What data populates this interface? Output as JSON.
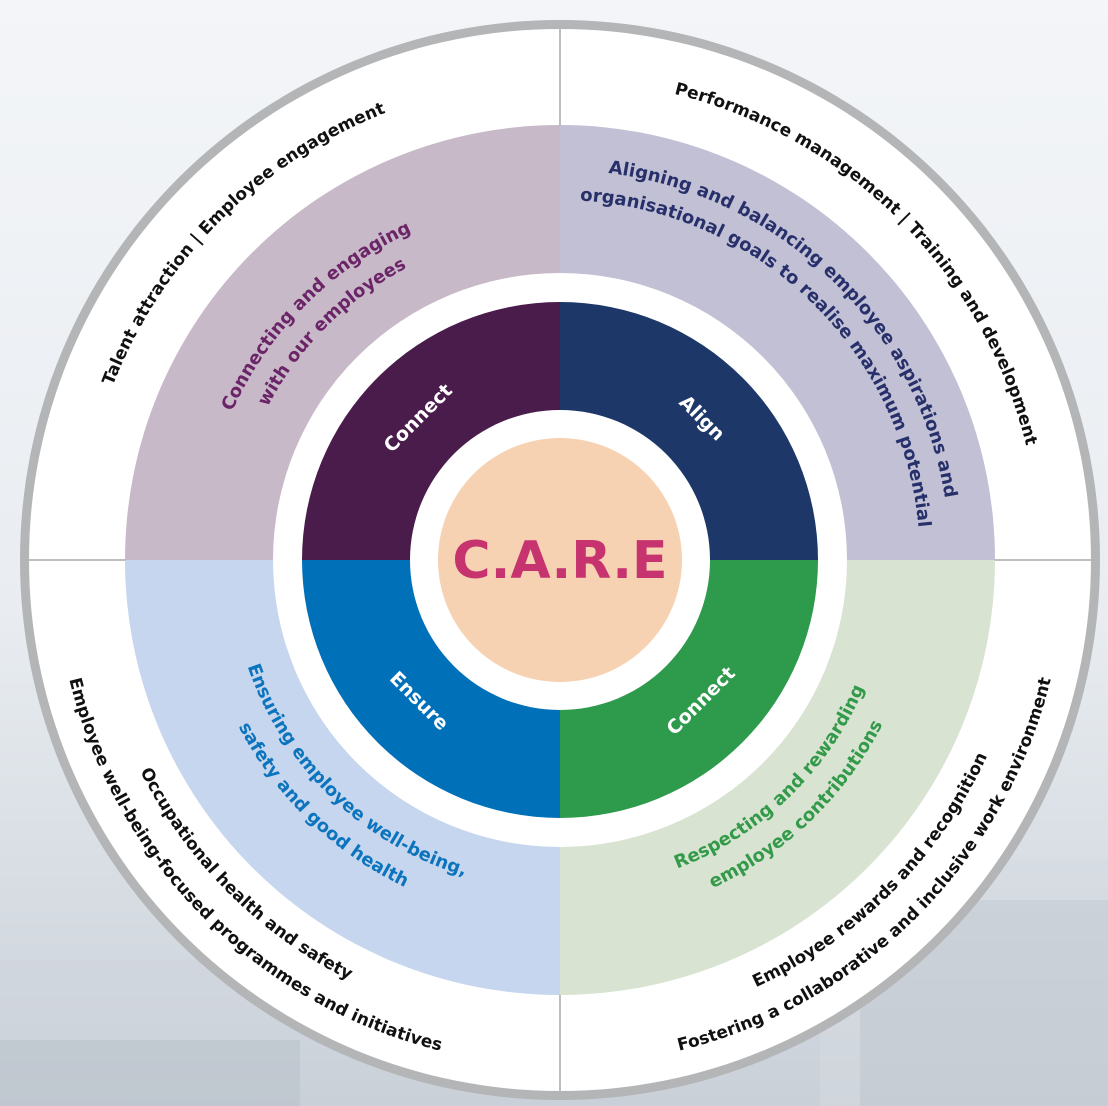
{
  "center": {
    "title": "C.A.R.E",
    "color": "#f6d2b2",
    "text_color": "#c6336f"
  },
  "inner_segments": [
    {
      "label": "Connect",
      "color": "#4a1c4c"
    },
    {
      "label": "Align",
      "color": "#1d3868"
    },
    {
      "label": "Connect",
      "color": "#2e9a4c"
    },
    {
      "label": "Ensure",
      "color": "#0070b8"
    }
  ],
  "middle_segments": [
    {
      "lines": [
        "Connecting and engaging",
        "with our employees"
      ],
      "fill": "#c8b9c8",
      "text_color": "#6b2467"
    },
    {
      "lines": [
        "Aligning and balancing employee aspirations and",
        "organisational goals to realise maximum potential"
      ],
      "fill": "#c1c0d4",
      "text_color": "#27306a"
    },
    {
      "lines": [
        "Respecting and rewarding",
        "employee contributions"
      ],
      "fill": "#d8e3d2",
      "text_color": "#339a4a"
    },
    {
      "lines": [
        "Ensuring employee well-being,",
        "safety and good health"
      ],
      "fill": "#c6d6ee",
      "text_color": "#0b74bd"
    }
  ],
  "outer_segments": [
    {
      "lines": [
        "Talent attraction | Employee engagement"
      ]
    },
    {
      "lines": [
        "Performance management | Training and development"
      ]
    },
    {
      "lines": [
        "Fostering a collaborative and inclusive work environment",
        "Employee rewards and recognition"
      ]
    },
    {
      "lines": [
        "Employee well-being-focused programmes and initiatives",
        "Occupational health and safety"
      ]
    }
  ],
  "colors": {
    "ring_border": "#b4b5b7",
    "outer_fill": "#ffffff",
    "outer_text": "#111111",
    "divider": "#a8a8a8"
  }
}
